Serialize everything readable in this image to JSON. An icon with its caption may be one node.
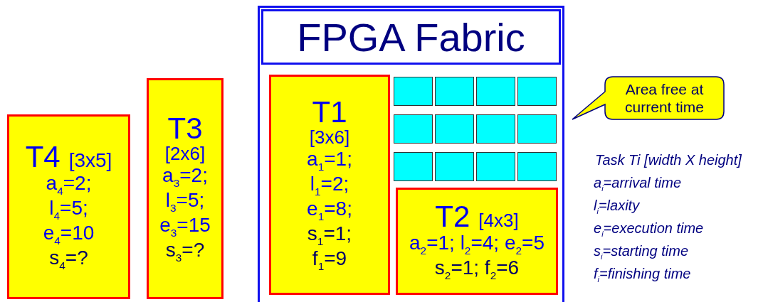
{
  "diagram": {
    "nodes": [
      {
        "text": [
          "T4",
          "[3x5]",
          "a$_{4}$=2;",
          "l$_{4}$=5;",
          "e$_{4}$=10",
          "s$_{4}$=?"
        ]
      },
      {
        "text": [
          "T3",
          "[2x6]",
          "a$_{3}$=2;",
          "l$_{3}$=5;",
          "e$_{3}$=15",
          "s$_{3}$=?"
        ]
      },
      {
        "text": [
          "FPGA Fabric"
        ]
      },
      {
        "text": [
          "T1",
          "[3x6]",
          "a$_{1}$=1;",
          "l$_{1}$=2;",
          "e$_{1}$=8;",
          "s$_{1}$=1;",
          "f$_{1}$=9"
        ],
        "in": 2
      },
      {
        "text": [],
        "shape": "box",
        "in": 2
      },
      {
        "text": [],
        "shape": "box",
        "in": 2
      },
      {
        "text": [],
        "shape": "box",
        "in": 2
      },
      {
        "text": [],
        "shape": "box",
        "in": 2
      },
      {
        "text": [],
        "shape": "box",
        "in": 2
      },
      {
        "text": [],
        "shape": "box",
        "in": 2
      },
      {
        "text": [],
        "shape": "box",
        "in": 2
      },
      {
        "text": [],
        "shape": "box",
        "in": 2
      },
      {
        "text": [],
        "shape": "box",
        "in": 2
      },
      {
        "text": [],
        "shape": "box",
        "in": 2
      },
      {
        "text": [],
        "shape": "box",
        "in": 2
      },
      {
        "text": [],
        "shape": "box",
        "in": 2
      },
      {
        "text": [
          "T2",
          "[4x3]",
          "a$_{2}$=1; l$_{2}$=4; e$_{2}$=5",
          "s$_{2}$=1; f$_{2}$=6"
        ],
        "in": 2
      },
      {
        "text": [
          "Area free at current time"
        ]
      }
    ],
    "edges": [],
    "labels": [
      "Task  Ti [width X height]",
      "a$_{i}$=arrival time",
      "l$_{i}$=laxity",
      "e$_{i}$=execution time",
      "s$_{i}$=starting time",
      "f$_{i}$=finishing time"
    ]
  }
}
